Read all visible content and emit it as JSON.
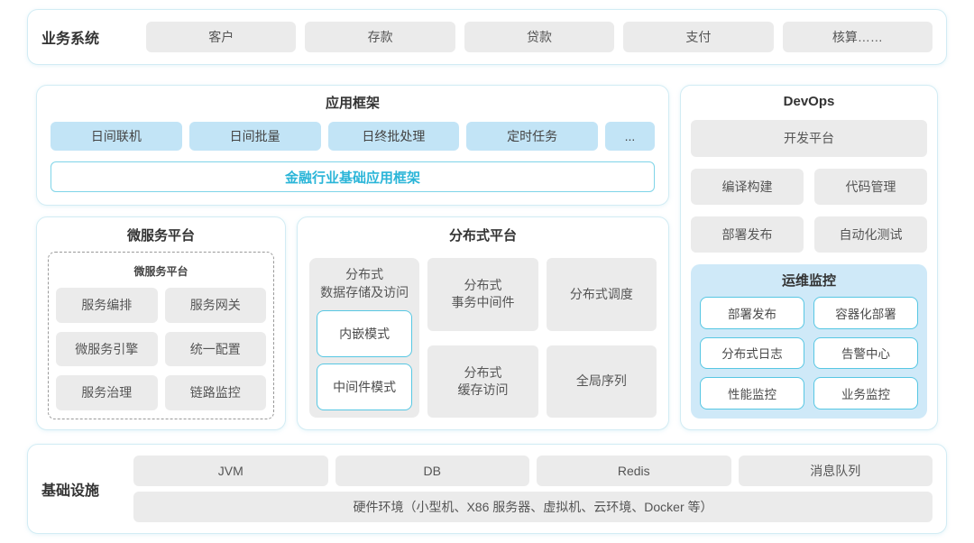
{
  "colors": {
    "panel_border": "#d2ecf4",
    "box_gray": "#ebebeb",
    "box_blue": "#c2e4f6",
    "cyan_border": "#57c7e3",
    "cyan_text": "#2ab5d8",
    "monitor_bg": "#cfe9f8",
    "title_text": "#333333",
    "body_text": "#555555"
  },
  "business_systems": {
    "label": "业务系统",
    "items": [
      "客户",
      "存款",
      "贷款",
      "支付",
      "核算……"
    ]
  },
  "app_framework": {
    "title": "应用框架",
    "items": [
      "日间联机",
      "日间批量",
      "日终批处理",
      "定时任务",
      "..."
    ],
    "base_framework": "金融行业基础应用框架"
  },
  "microservice_platform": {
    "title": "微服务平台",
    "inner_title": "微服务平台",
    "items": [
      "服务编排",
      "服务网关",
      "微服务引擎",
      "统一配置",
      "服务治理",
      "链路监控"
    ]
  },
  "distributed_platform": {
    "title": "分布式平台",
    "storage": {
      "title": "分布式\n数据存储及访问",
      "modes": [
        "内嵌模式",
        "中间件模式"
      ]
    },
    "columns": [
      {
        "top": "分布式\n事务中间件",
        "bottom": "分布式\n缓存访问"
      },
      {
        "top": "分布式调度",
        "bottom": "全局序列"
      }
    ]
  },
  "devops": {
    "title": "DevOps",
    "platform": "开发平台",
    "items": [
      "编译构建",
      "代码管理",
      "部署发布",
      "自动化测试"
    ],
    "monitoring": {
      "title": "运维监控",
      "items": [
        "部署发布",
        "容器化部署",
        "分布式日志",
        "告警中心",
        "性能监控",
        "业务监控"
      ]
    }
  },
  "infrastructure": {
    "label": "基础设施",
    "items": [
      "JVM",
      "DB",
      "Redis",
      "消息队列"
    ],
    "hardware": "硬件环境（小型机、X86 服务器、虚拟机、云环境、Docker 等）"
  }
}
